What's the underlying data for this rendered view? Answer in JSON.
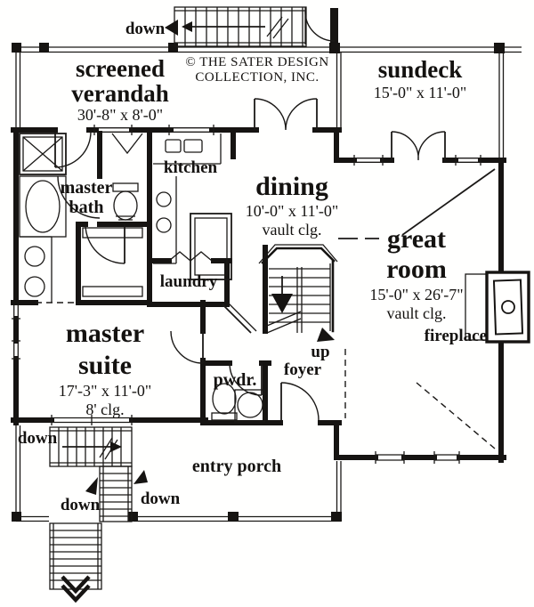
{
  "meta": {
    "copyright_line1": "© THE SATER DESIGN",
    "copyright_line2": "COLLECTION, INC."
  },
  "colors": {
    "ink": "#161412",
    "paper": "#fffffe"
  },
  "rooms": {
    "verandah": {
      "line1": "screened",
      "line2": "verandah",
      "dims": "30'-8\" x 8'-0\""
    },
    "sundeck": {
      "name": "sundeck",
      "dims": "15'-0\" x 11'-0\""
    },
    "master_bath": {
      "line1": "master",
      "line2": "bath"
    },
    "kitchen": {
      "name": "kitchen"
    },
    "dining": {
      "name": "dining",
      "dims": "10'-0\" x 11'-0\"",
      "ceiling": "vault clg."
    },
    "great_room": {
      "line1": "great",
      "line2": "room",
      "dims": "15'-0\" x 26'-7\"",
      "ceiling": "vault clg."
    },
    "laundry": {
      "name": "laundry"
    },
    "fireplace": {
      "name": "fireplace"
    },
    "master_suite": {
      "line1": "master",
      "line2": "suite",
      "dims": "17'-3\" x 11'-0\"",
      "ceiling": "8' clg."
    },
    "pwdr": {
      "name": "pwdr."
    },
    "foyer": {
      "name": "foyer"
    },
    "entry_porch": {
      "name": "entry porch"
    }
  },
  "stairs": {
    "top_down_label": "down",
    "up_label": "up",
    "porch_down_label": "down",
    "mid_left_down_label": "down",
    "mid_right_down_label": "down"
  }
}
